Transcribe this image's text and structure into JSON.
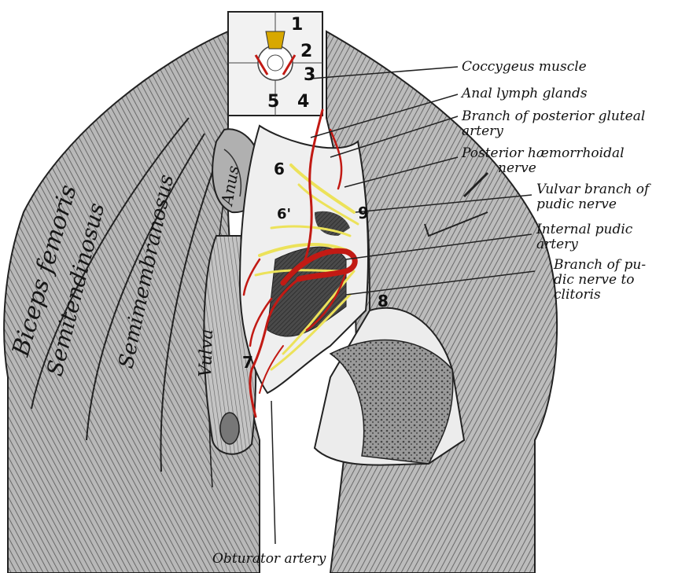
{
  "figure": {
    "callouts": {
      "coccygeus_muscle": [
        "Coccygeus muscle"
      ],
      "anal_lymph_glands": [
        "Anal lymph glands"
      ],
      "branch_posterior_gluteal": [
        "Branch of  posterior gluteal",
        "artery"
      ],
      "posterior_haemorrhoidal": [
        "Posterior hæmorrhoidal",
        "nerve"
      ],
      "vulvar_branch": [
        "Vulvar branch of",
        "pudic nerve"
      ],
      "internal_pudic": [
        "Internal pudic",
        "artery"
      ],
      "branch_pudic_clitoris": [
        "Branch of pu-",
        "dic nerve to",
        "clitoris"
      ],
      "obturator_artery": [
        "Obturator artery"
      ]
    },
    "muscle_labels": {
      "biceps_femoris": "Biceps femoris",
      "semitendinosus": "Semitendinosus",
      "semimembranosus": "Semimembranosus",
      "vulva": "Vulva",
      "anus": "Anus"
    },
    "numbers": [
      "1",
      "2",
      "3",
      "4",
      "5",
      "6",
      "6'",
      "7",
      "8",
      "9"
    ]
  },
  "colors": {
    "artery": "#c21a14",
    "nerve": "#ece25a",
    "ink": "#222222",
    "tissue": "#9a9a9a"
  }
}
